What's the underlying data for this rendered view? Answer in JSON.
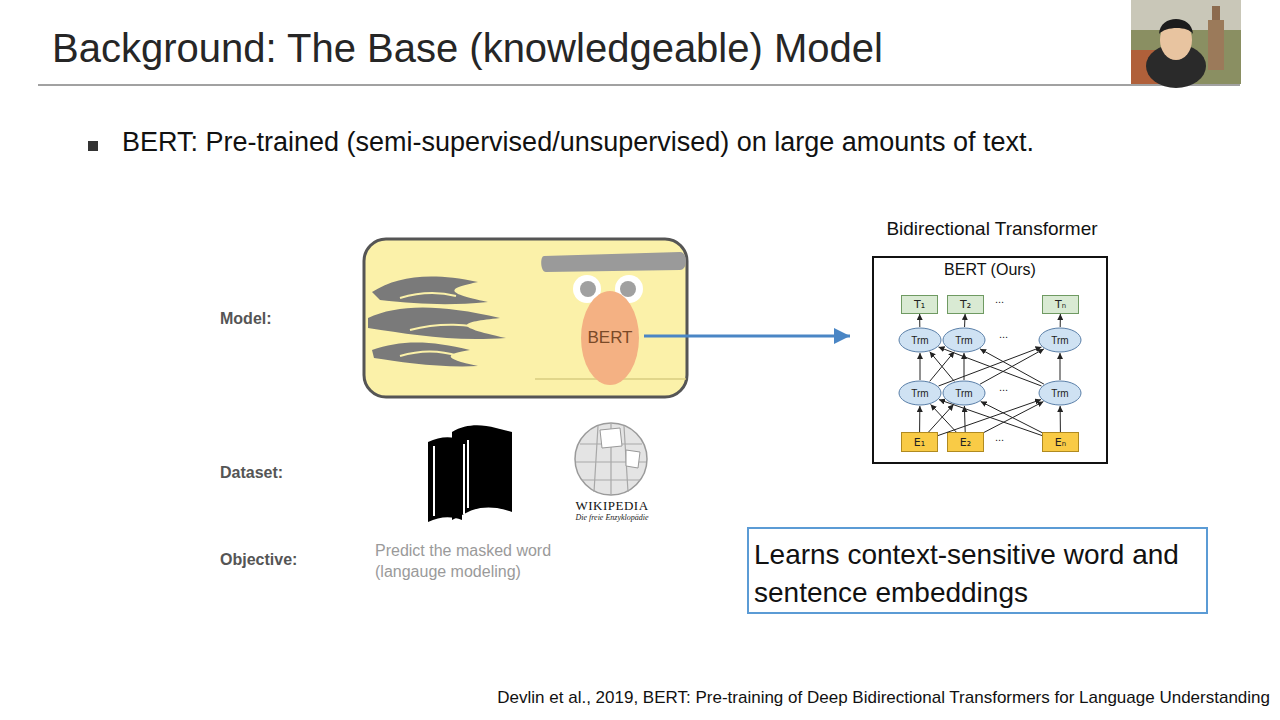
{
  "diagram": {
    "title": "Background: The Base (knowledgeable) Model",
    "caption": "Devlin et al., 2019, BERT: Pre-training of Deep Bidirectional Transformers for Language Understanding",
    "nodes": [
      {
        "text": [
          "BERT"
        ]
      },
      {
        "text": [
          "Bidirectional Transformer",
          "BERT (Ours)"
        ]
      },
      {
        "text": [
          "T₁"
        ],
        "in": 1
      },
      {
        "text": [
          "T₂"
        ],
        "in": 1
      },
      {
        "text": [
          "Tₙ"
        ],
        "in": 1
      },
      {
        "text": [
          "Trm"
        ],
        "in": 1
      },
      {
        "text": [
          "Trm"
        ],
        "in": 1
      },
      {
        "text": [
          "Trm"
        ],
        "in": 1
      },
      {
        "text": [
          "Trm"
        ],
        "in": 1
      },
      {
        "text": [
          "Trm"
        ],
        "in": 1
      },
      {
        "text": [
          "Trm"
        ],
        "in": 1
      },
      {
        "text": [
          "E₁"
        ],
        "in": 1
      },
      {
        "text": [
          "E₂"
        ],
        "in": 1
      },
      {
        "text": [
          "Eₙ"
        ],
        "in": 1
      },
      {
        "text": [
          "Learns context-sensitive word and sentence embeddings"
        ]
      }
    ],
    "edges": [
      {
        "from": 0,
        "to": 1,
        "arrow": "to"
      },
      {
        "from": 11,
        "to": 8,
        "arrow": "to"
      },
      {
        "from": 11,
        "to": 9,
        "arrow": "to"
      },
      {
        "from": 11,
        "to": 10,
        "arrow": "to"
      },
      {
        "from": 12,
        "to": 8,
        "arrow": "to"
      },
      {
        "from": 12,
        "to": 9,
        "arrow": "to"
      },
      {
        "from": 12,
        "to": 10,
        "arrow": "to"
      },
      {
        "from": 13,
        "to": 8,
        "arrow": "to"
      },
      {
        "from": 13,
        "to": 9,
        "arrow": "to"
      },
      {
        "from": 13,
        "to": 10,
        "arrow": "to"
      },
      {
        "from": 8,
        "to": 5,
        "arrow": "to"
      },
      {
        "from": 8,
        "to": 6,
        "arrow": "to"
      },
      {
        "from": 8,
        "to": 7,
        "arrow": "to"
      },
      {
        "from": 9,
        "to": 5,
        "arrow": "to"
      },
      {
        "from": 9,
        "to": 6,
        "arrow": "to"
      },
      {
        "from": 9,
        "to": 7,
        "arrow": "to"
      },
      {
        "from": 10,
        "to": 5,
        "arrow": "to"
      },
      {
        "from": 10,
        "to": 6,
        "arrow": "to"
      },
      {
        "from": 10,
        "to": 7,
        "arrow": "to"
      },
      {
        "from": 5,
        "to": 2,
        "arrow": "to"
      },
      {
        "from": 6,
        "to": 3,
        "arrow": "to"
      },
      {
        "from": 7,
        "to": 4,
        "arrow": "to"
      }
    ],
    "labels": [
      "BERT: Pre-trained (semi-supervised/unsupervised) on large amounts of text.",
      "Model:",
      "Dataset:",
      "Objective:",
      "Predict the masked word (langauge modeling)",
      "WIKIPEDIA",
      "Die freie Enzyklopädie",
      "...",
      "...",
      "...",
      "..."
    ]
  }
}
